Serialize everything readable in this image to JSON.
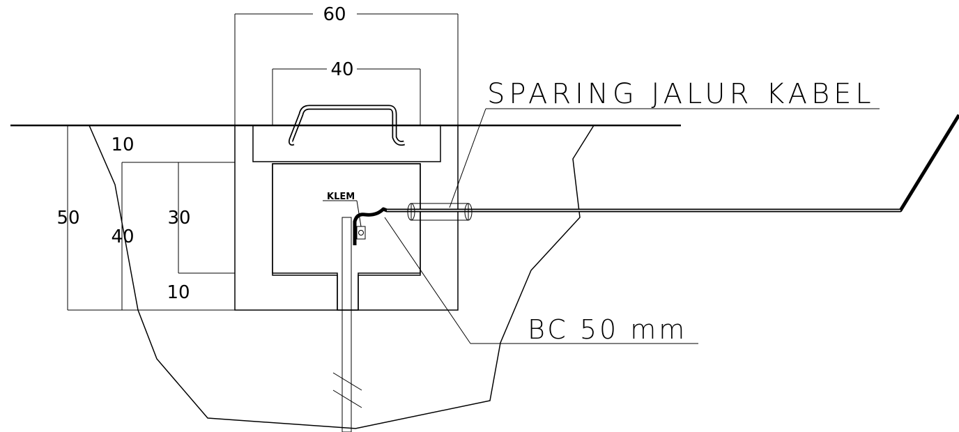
{
  "labels": {
    "sparing": "SPARING JALUR KABEL",
    "bc": "BC 50 mm",
    "klem": "KLEM"
  },
  "dimensions": {
    "width_outer": "60",
    "width_inner": "40",
    "height_total": "50",
    "height_left": "40",
    "height_mid": "30",
    "top_slab": "10",
    "bottom_slab": "10"
  }
}
